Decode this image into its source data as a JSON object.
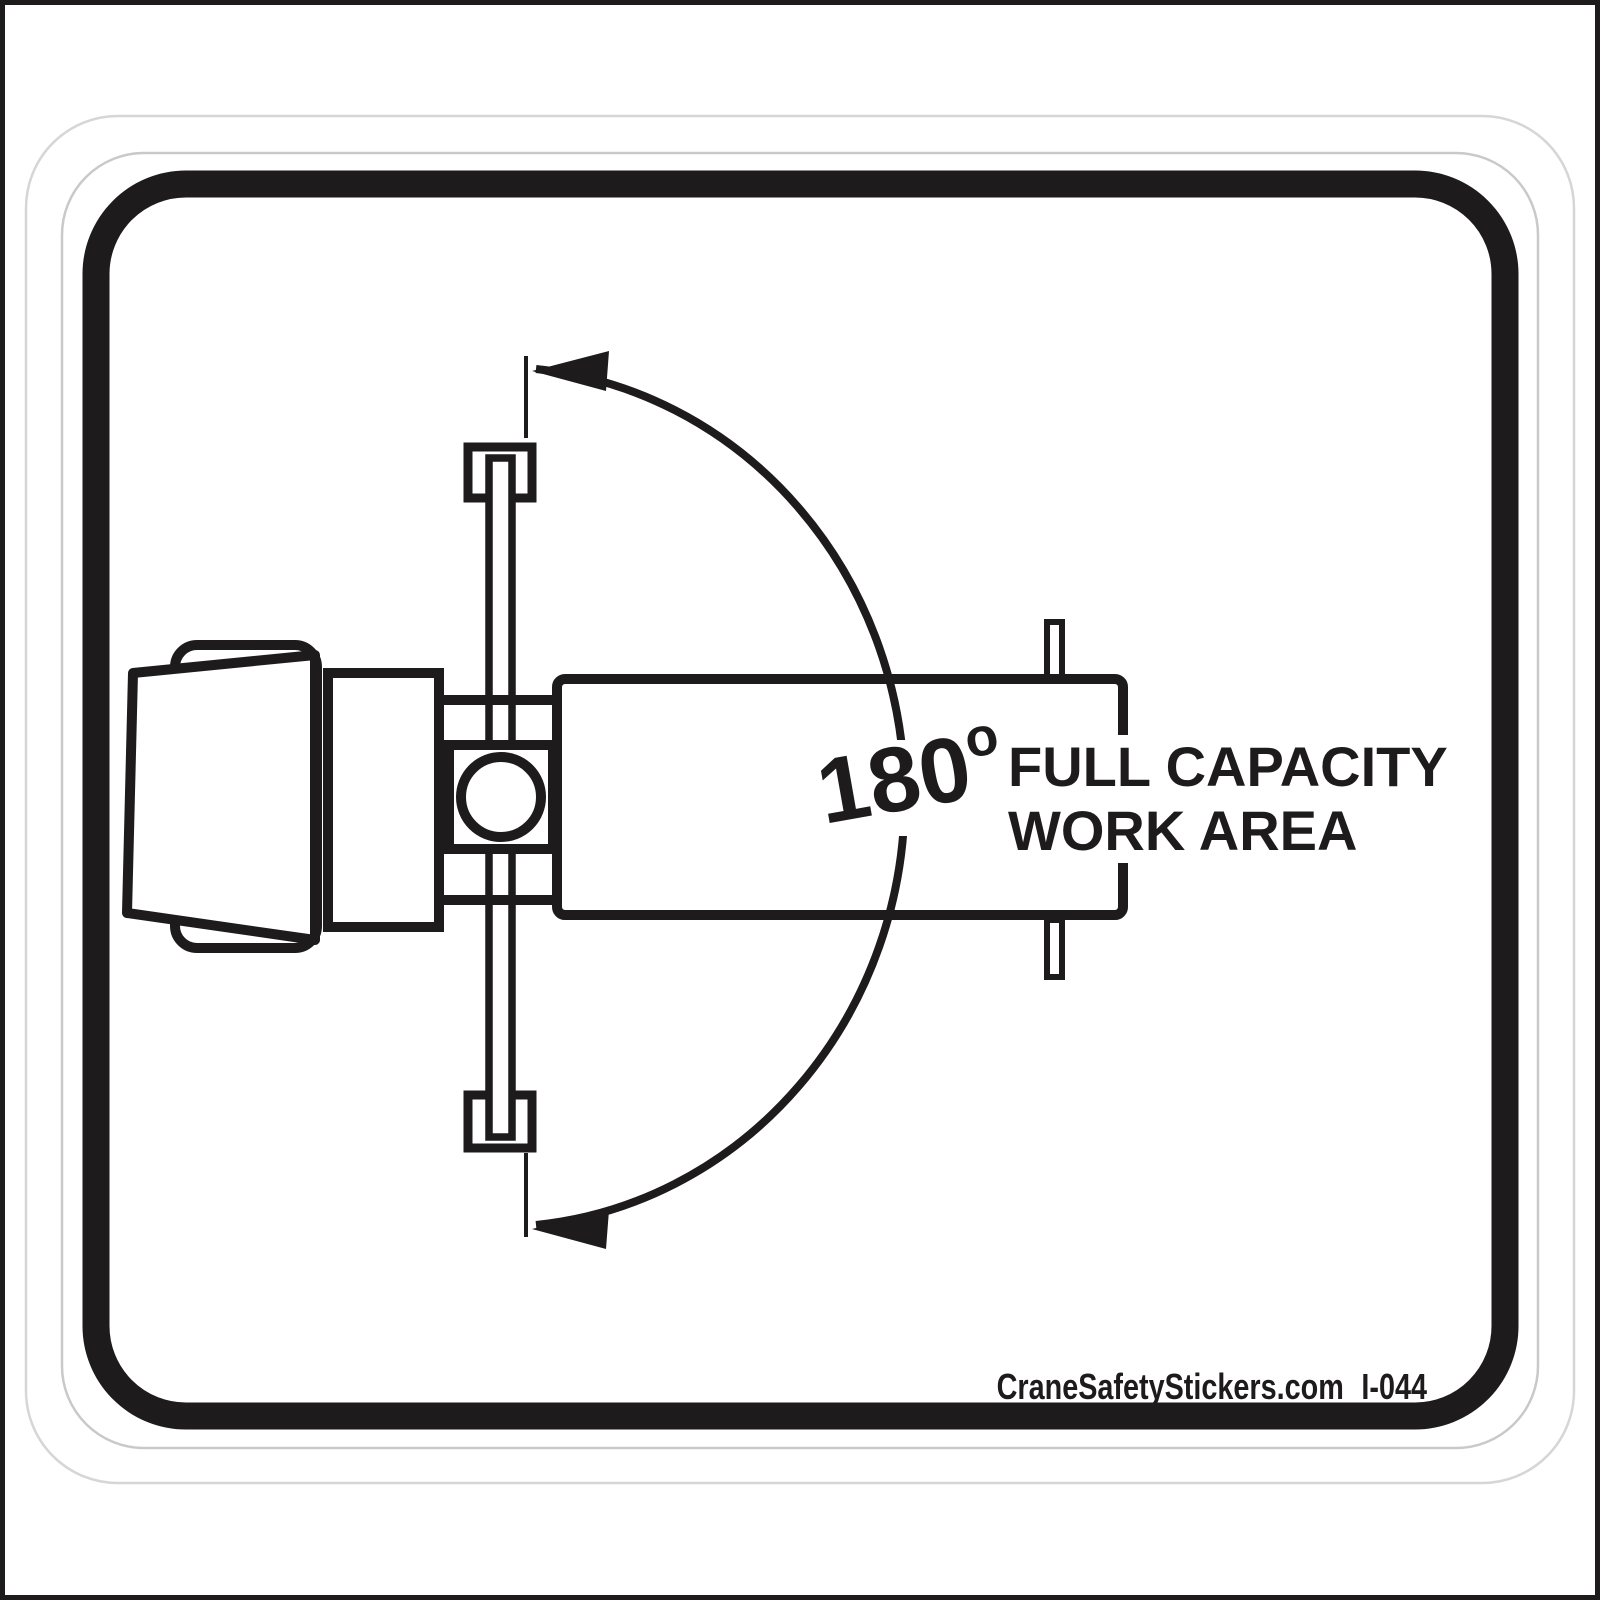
{
  "sticker": {
    "title": "180 degree full capacity work area crane safety sticker",
    "angle_value": "180",
    "degree_symbol": "o",
    "label_line1": "FULL CAPACITY",
    "label_line2": "WORK AREA",
    "footer": {
      "site": "CraneSafetyStickers.com",
      "code": "I-044"
    },
    "colors": {
      "ink": "#1d1b1b",
      "diecut_outer": "#d6d6d6",
      "diecut_inner": "#c9c9c9",
      "background": "#ffffff"
    },
    "diagram_parts": [
      "truck-cab",
      "truck-hood",
      "engine-box",
      "outrigger-pad-top",
      "outrigger-pad-bottom",
      "outrigger-beam",
      "frame-connector-top",
      "frame-connector-bottom",
      "turntable-box",
      "turntable-circle",
      "rear-post-top",
      "rear-post-bottom",
      "crane-deck",
      "boundary-tick-top",
      "boundary-tick-bottom",
      "swing-arc",
      "swing-arrow-top",
      "swing-arrow-bottom"
    ]
  }
}
